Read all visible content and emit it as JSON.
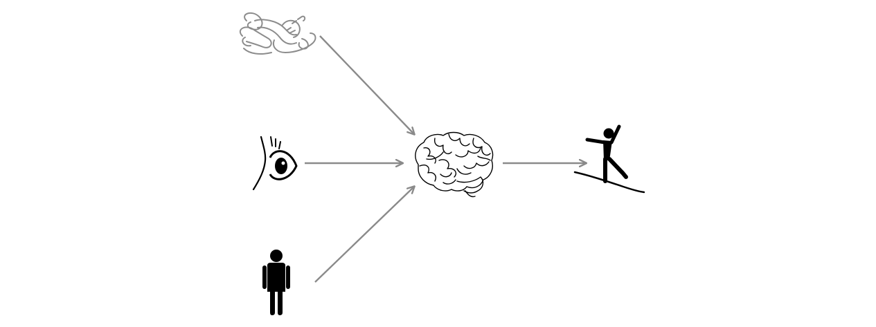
{
  "diagram": {
    "nodes": [
      {
        "id": "inner-ear",
        "icon": "inner-ear-icon"
      },
      {
        "id": "eye",
        "icon": "eye-icon"
      },
      {
        "id": "body",
        "icon": "standing-person-icon"
      },
      {
        "id": "brain",
        "icon": "brain-icon"
      },
      {
        "id": "balance",
        "icon": "person-balancing-on-line-icon"
      }
    ],
    "edges": [
      {
        "from": "inner-ear",
        "to": "brain"
      },
      {
        "from": "eye",
        "to": "brain"
      },
      {
        "from": "body",
        "to": "brain"
      },
      {
        "from": "brain",
        "to": "balance"
      }
    ],
    "colors": {
      "arrow": "#8a8a8a",
      "icon_dark": "#000000",
      "icon_gray": "#8c8c8c",
      "background": "#ffffff"
    }
  }
}
